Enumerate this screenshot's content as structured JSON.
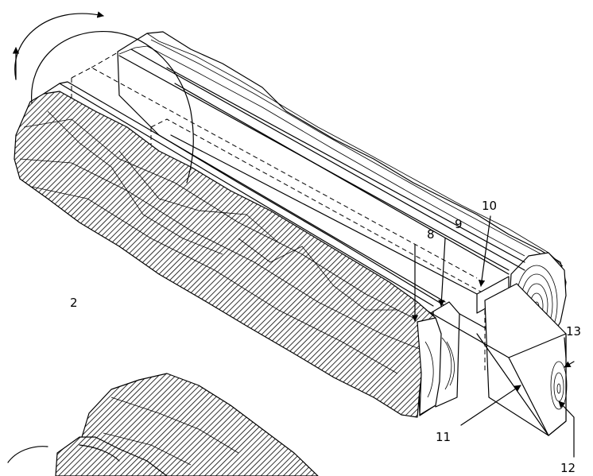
{
  "labels": {
    "l2": "2",
    "l8": "8",
    "l9": "9",
    "l10": "10",
    "l11": "11",
    "l12": "12",
    "l13": "13"
  },
  "icons": [
    "rotation-arrow-icon",
    "rotation-arrow-icon"
  ]
}
